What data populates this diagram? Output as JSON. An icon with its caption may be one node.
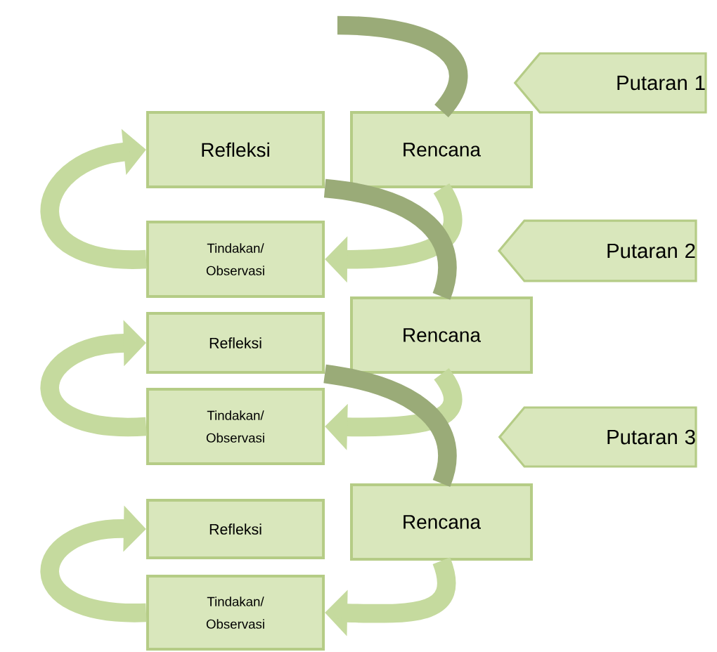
{
  "diagram": {
    "nodes": [
      {
        "text": [
          "Putaran 1"
        ]
      },
      {
        "text": [
          "Rencana"
        ]
      },
      {
        "text": [
          "Refleksi"
        ]
      },
      {
        "text": [
          "Tindakan/ Observasi"
        ]
      },
      {
        "text": [
          "Putaran 2"
        ]
      },
      {
        "text": [
          "Rencana"
        ]
      },
      {
        "text": [
          "Refleksi"
        ]
      },
      {
        "text": [
          "Tindakan/ Observasi"
        ]
      },
      {
        "text": [
          "Putaran 3"
        ]
      },
      {
        "text": [
          "Rencana"
        ]
      },
      {
        "text": [
          "Refleksi"
        ]
      },
      {
        "text": [
          "Tindakan/ Observasi"
        ]
      }
    ],
    "edges": [
      {
        "from": null,
        "to": 1,
        "arrow": "none",
        "color": "#9aab78"
      },
      {
        "from": 1,
        "to": 3,
        "arrow": "to"
      },
      {
        "from": 3,
        "to": 2,
        "arrow": "to"
      },
      {
        "from": 2,
        "to": 5,
        "arrow": "none",
        "color": "#9aab78"
      },
      {
        "from": 5,
        "to": 7,
        "arrow": "to"
      },
      {
        "from": 7,
        "to": 6,
        "arrow": "to"
      },
      {
        "from": 6,
        "to": 9,
        "arrow": "none",
        "color": "#9aab78"
      },
      {
        "from": 9,
        "to": 11,
        "arrow": "to"
      },
      {
        "from": 11,
        "to": 10,
        "arrow": "to"
      }
    ]
  }
}
